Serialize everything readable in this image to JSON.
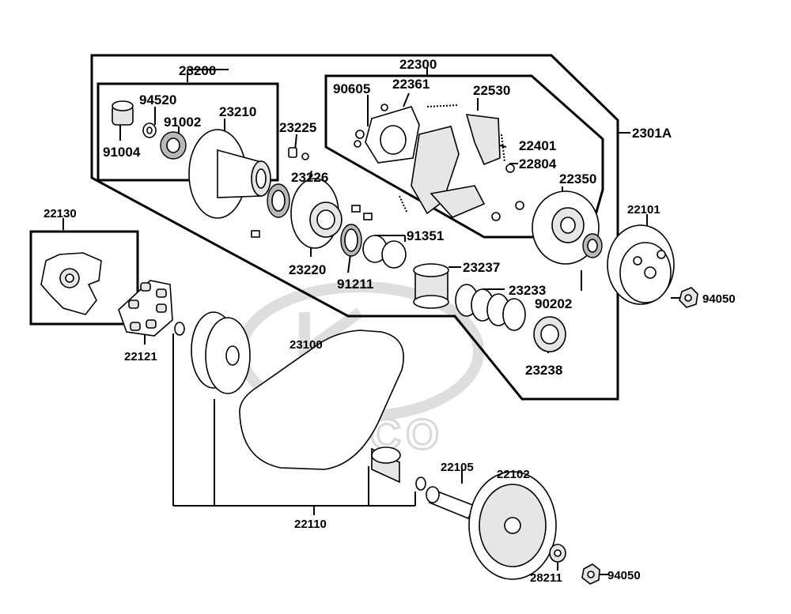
{
  "watermark": {
    "brand": "KYMCO"
  },
  "part_labels": {
    "p23200": "23200",
    "p94520": "94520",
    "p91002": "91002",
    "p23210": "23210",
    "p91004": "91004",
    "p22300": "22300",
    "p90605": "90605",
    "p22361": "22361",
    "p22530": "22530",
    "p23225": "23225",
    "p22401": "22401",
    "p22804": "22804",
    "p23226": "23226",
    "p22350": "22350",
    "p2301A": "2301A",
    "p22130": "22130",
    "p22101": "22101",
    "p91351": "91351",
    "p23237": "23237",
    "p23220": "23220",
    "p91211": "91211",
    "p23233": "23233",
    "p90202": "90202",
    "p94050a": "94050",
    "p22121": "22121",
    "p23100": "23100",
    "p23238": "23238",
    "p22105": "22105",
    "p22102": "22102",
    "p22110": "22110",
    "p28211": "28211",
    "p94050b": "94050"
  }
}
